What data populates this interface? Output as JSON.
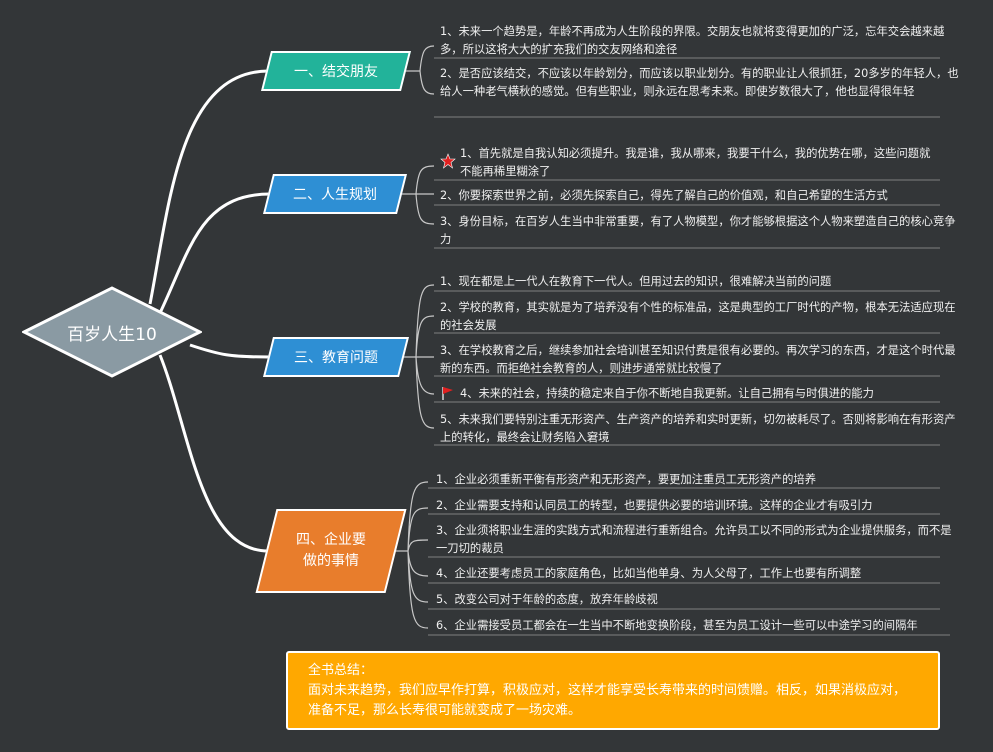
{
  "root": {
    "label": "百岁人生10"
  },
  "branches": [
    {
      "label": "一、结交朋友",
      "items": [
        "1、未来一个趋势是，年龄不再成为人生阶段的界限。交朋友也就将变得更加的广泛，忘年交会越来越多，所以这将大大的扩充我们的交友网络和途径",
        "2、是否应该结交，不应该以年龄划分，而应该以职业划分。有的职业让人很抓狂，20多岁的年轻人，也给人一种老气横秋的感觉。但有些职业，则永远在思考未来。即使岁数很大了，他也显得很年轻"
      ]
    },
    {
      "label": "二、人生规划",
      "items": [
        "1、首先就是自我认知必须提升。我是谁，我从哪来，我要干什么，我的优势在哪，这些问题就不能再稀里糊涂了",
        "2、你要探索世界之前，必须先探索自己，得先了解自己的价值观，和自己希望的生活方式",
        "3、身份目标，在百岁人生当中非常重要，有了人物模型，你才能够根据这个人物来塑造自己的核心竞争力"
      ]
    },
    {
      "label": "三、教育问题",
      "items": [
        "1、现在都是上一代人在教育下一代人。但用过去的知识，很难解决当前的问题",
        "2、学校的教育，其实就是为了培养没有个性的标准品，这是典型的工厂时代的产物，根本无法适应现在的社会发展",
        "3、在学校教育之后，继续参加社会培训甚至知识付费是很有必要的。再次学习的东西，才是这个时代最新的东西。而拒绝社会教育的人，则进步通常就比较慢了",
        "4、未来的社会，持续的稳定来自于你不断地自我更新。让自己拥有与时俱进的能力",
        "5、未来我们要特别注重无形资产、生产资产的培养和实时更新，切勿被耗尽了。否则将影响在有形资产上的转化，最终会让财务陷入窘境"
      ]
    },
    {
      "label": "四、企业要做的事情",
      "items": [
        "1、企业必须重新平衡有形资产和无形资产，要更加注重员工无形资产的培养",
        "2、企业需要支持和认同员工的转型，也要提供必要的培训环境。这样的企业才有吸引力",
        "3、企业须将职业生涯的实践方式和流程进行重新组合。允许员工以不同的形式为企业提供服务，而不是一刀切的裁员",
        "4、企业还要考虑员工的家庭角色，比如当他单身、为人父母了，工作上也要有所调整",
        "5、改变公司对于年龄的态度，放弃年龄歧视",
        "6、企业需接受员工都会在一生当中不断地变换阶段，甚至为员工设计一些可以中途学习的间隔年"
      ]
    }
  ],
  "summary": {
    "title": "全书总结：",
    "text": "面对未来趋势，我们应早作打算，积极应对，这样才能享受长寿带来的时间馈赠。相反，如果消极应对，准备不足，那么长寿很可能就变成了一场灾难。"
  },
  "colors": {
    "background": "#333638",
    "branch1": "#22b39a",
    "branch2": "#2e8fd4",
    "branch3": "#2e8fd4",
    "branch4": "#e87d2c",
    "root": "#8a9aa3",
    "summary": "#ffa800"
  },
  "icons": {
    "item_2_1": "red-star-icon",
    "item_3_4": "red-flag-icon"
  }
}
